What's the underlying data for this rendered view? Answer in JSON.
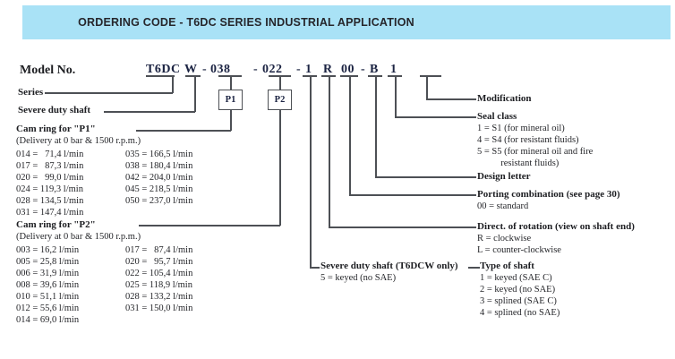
{
  "header": {
    "title": "ORDERING CODE - T6DC SERIES INDUSTRIAL APPLICATION"
  },
  "colors": {
    "header_bg": "#a9e2f6",
    "code_text": "#1b2342",
    "line": "#4d5055",
    "text": "#25262a"
  },
  "model": {
    "label": "Model No.",
    "code_segments": [
      "T6DC",
      "W",
      "-",
      "038",
      "-",
      "022",
      "-",
      "1",
      "R",
      "00",
      "-",
      "B",
      "1"
    ]
  },
  "boxes": {
    "p1": "P1",
    "p2": "P2"
  },
  "left": {
    "series_label": "Series",
    "severe_label": "Severe duty shaft",
    "cam_p1": {
      "title": "Cam ring for \"P1\"",
      "subtitle": "(Delivery at 0 bar & 1500 r.p.m.)",
      "col1": [
        "014 =   71,4 l/min",
        "017 =   87,3 l/min",
        "020 =   99,0 l/min",
        "024 = 119,3 l/min",
        "028 = 134,5 l/min",
        "031 = 147,4 l/min"
      ],
      "col2": [
        "035 = 166,5 l/min",
        "038 = 180,4 l/min",
        "042 = 204,0 l/min",
        "045 = 218,5 l/min",
        "050 = 237,0 l/min"
      ]
    },
    "cam_p2": {
      "title": "Cam ring for \"P2\"",
      "subtitle": "(Delivery at 0 bar & 1500 r.p.m.)",
      "col1": [
        "003 = 16,2 l/min",
        "005 = 25,8 l/min",
        "006 = 31,9 l/min",
        "008 = 39,6 l/min",
        "010 = 51,1 l/min",
        "012 = 55,6 l/min",
        "014 = 69,0 l/min"
      ],
      "col2": [
        "017 =   87,4 l/min",
        "020 =   95,7 l/min",
        "022 = 105,4 l/min",
        "025 = 118,9 l/min",
        "028 = 133,2 l/min",
        "031 = 150,0 l/min"
      ]
    },
    "severe_t6dcw": {
      "title": "Severe duty shaft (T6DCW only)",
      "values": [
        "5 = keyed (no SAE)"
      ]
    }
  },
  "right": {
    "modification": {
      "title": "Modification",
      "values": []
    },
    "seal_class": {
      "title": "Seal class",
      "values": [
        "1 = S1 (for mineral oil)",
        "4 = S4 (for resistant fluids)",
        "5 = S5 (for mineral oil and fire",
        "          resistant fluids)"
      ]
    },
    "design_letter": {
      "title": "Design letter",
      "values": []
    },
    "porting": {
      "title": "Porting combination (see page 30)",
      "values": [
        "00 = standard"
      ]
    },
    "rotation": {
      "title": "Direct. of rotation (view on shaft end)",
      "values": [
        "R = clockwise",
        "L = counter-clockwise"
      ]
    },
    "type_of_shaft": {
      "title": "Type of shaft",
      "values": [
        "1 = keyed (SAE C)",
        "2 = keyed (no SAE)",
        "3 = splined (SAE C)",
        "4 = splined (no SAE)"
      ]
    }
  }
}
